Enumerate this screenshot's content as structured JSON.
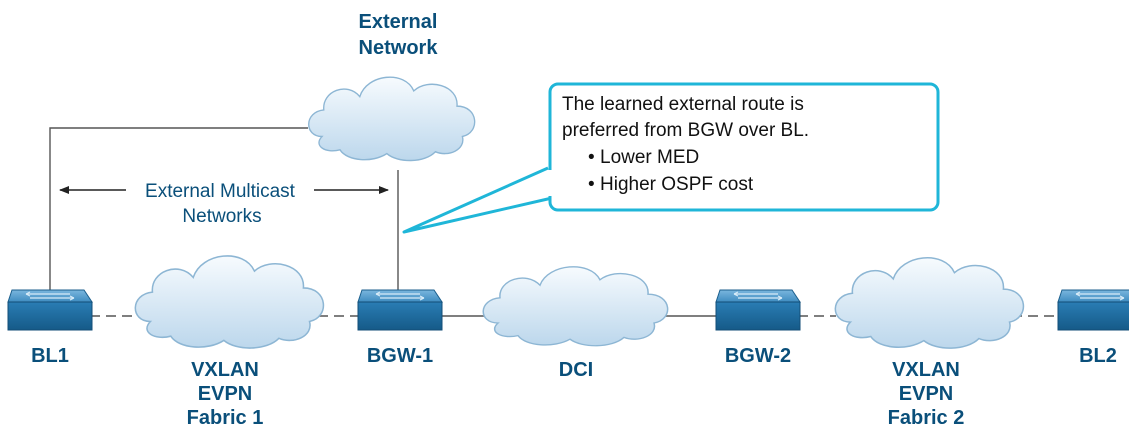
{
  "nodes": {
    "external_network": [
      "External",
      "Network"
    ],
    "bl1": "BL1",
    "bgw1": "BGW-1",
    "dci": "DCI",
    "bgw2": "BGW-2",
    "bl2": "BL2",
    "fabric1": [
      "VXLAN",
      "EVPN",
      "Fabric 1"
    ],
    "fabric2": [
      "VXLAN",
      "EVPN",
      "Fabric 2"
    ]
  },
  "external_multicast": [
    "External Multicast",
    "Networks"
  ],
  "callout": {
    "lines": [
      "The learned external route is",
      "preferred from BGW over BL."
    ],
    "bullets": [
      "Lower MED",
      "Higher OSPF cost"
    ],
    "bullet_char": "•"
  },
  "colors": {
    "label": "#0a4f7a",
    "callout_border": "#1fb6d8",
    "switch_top": "#4b97c8",
    "switch_body": "#1f6fa3",
    "cloud_fill": "#e4f0f9",
    "cloud_stroke": "#8db6d4",
    "line": "#555555"
  }
}
